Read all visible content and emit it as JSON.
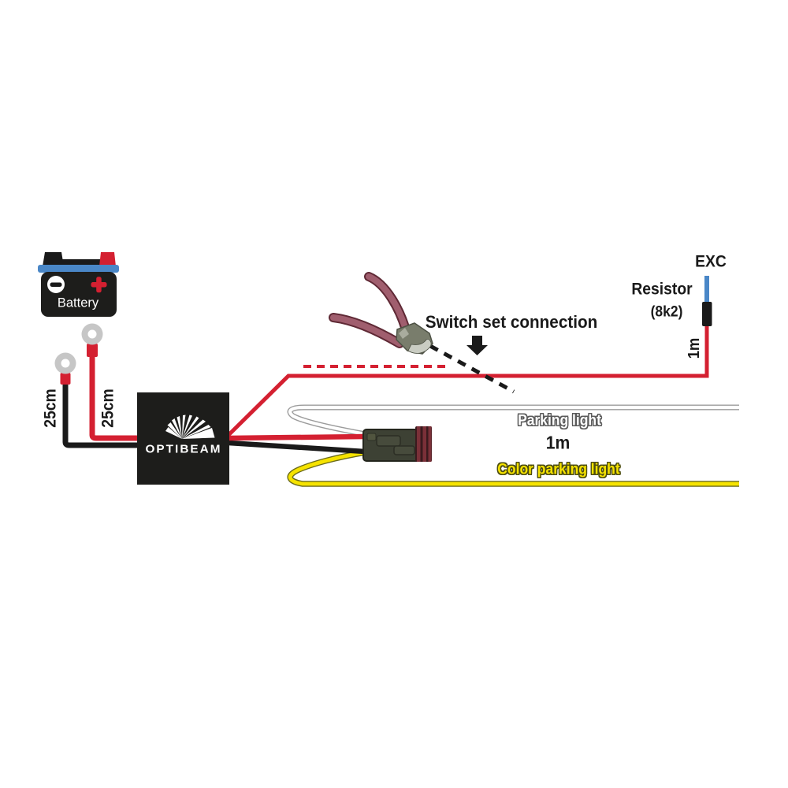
{
  "labels": {
    "battery": "Battery",
    "negative_length": "25cm",
    "positive_length": "25cm",
    "brand": "OPTIBEAM",
    "switch": "Switch set connection",
    "exc": "EXC",
    "resistor": "Resistor",
    "resistor_value": "(8k2)",
    "resistor_wire_length": "1m",
    "parking_light": "Parking light",
    "parking_wire_length": "1m",
    "color_parking_light": "Color parking light"
  },
  "colors": {
    "bg": "#ffffff",
    "wire_red": "#d42031",
    "wire_black": "#1a1a1a",
    "wire_yellow": "#f6e300",
    "wire_yellow_outline": "#6b6b1b",
    "wire_white": "#ffffff",
    "wire_white_outline": "#9b9b9b",
    "wire_blue": "#4a87c7",
    "ring_gray": "#c6c6c6",
    "box_black": "#1d1d1b",
    "connector_body": "#3d4134",
    "connector_ring": "#7a3038",
    "connector_ring_dark": "#3a1a1e",
    "plier_handle": "#a05e6e",
    "plier_handle_dark": "#5f2935",
    "plier_jaw": "#797d6c",
    "plier_jaw_dark": "#4e5245",
    "plier_jaw_light": "#c9ccc2",
    "text_black": "#1a1a1a",
    "outline_gray": "#5a5a5a",
    "outline_olive": "#4d4d12"
  }
}
